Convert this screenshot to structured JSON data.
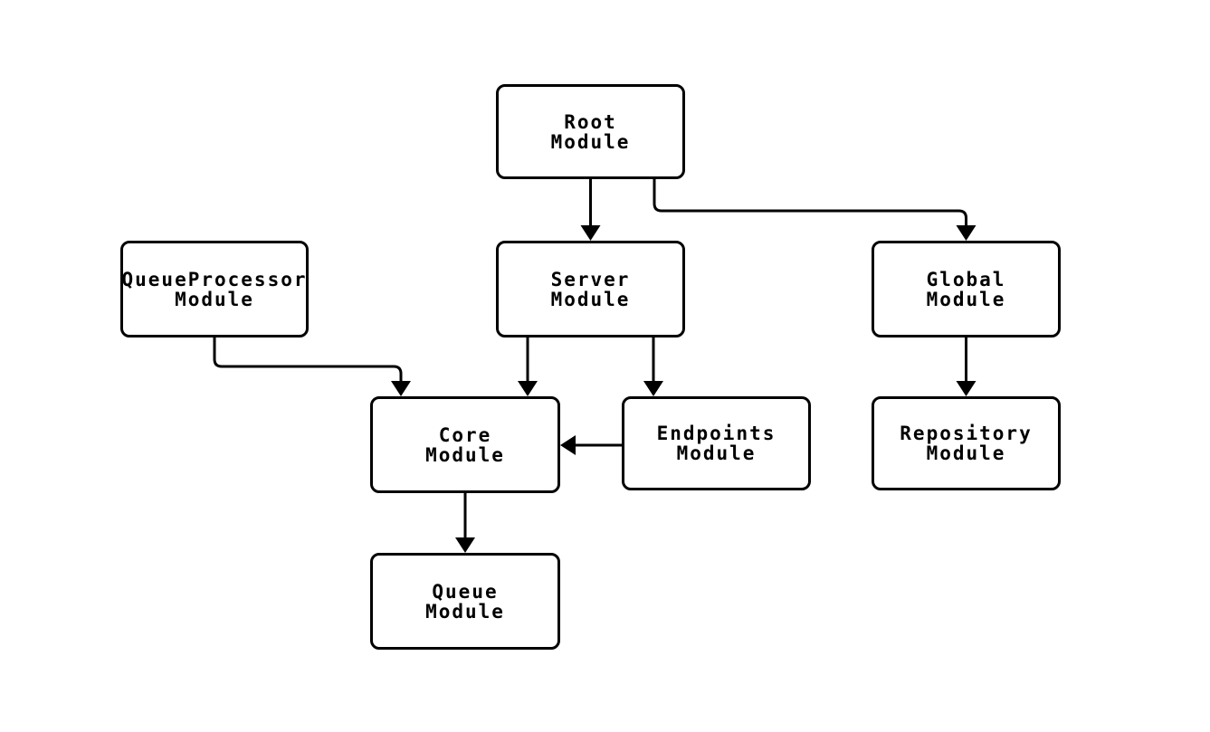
{
  "diagram": {
    "type": "flowchart",
    "direction": "top-down",
    "nodes": [
      {
        "id": "root",
        "line1": "Root",
        "line2": "Module"
      },
      {
        "id": "queueprocessor",
        "line1": "QueueProcessor",
        "line2": "Module"
      },
      {
        "id": "server",
        "line1": "Server",
        "line2": "Module"
      },
      {
        "id": "global",
        "line1": "Global",
        "line2": "Module"
      },
      {
        "id": "core",
        "line1": "Core",
        "line2": "Module"
      },
      {
        "id": "endpoints",
        "line1": "Endpoints",
        "line2": "Module"
      },
      {
        "id": "repository",
        "line1": "Repository",
        "line2": "Module"
      },
      {
        "id": "queue",
        "line1": "Queue",
        "line2": "Module"
      }
    ],
    "edges": [
      {
        "from": "root",
        "to": "server",
        "arrow": "filled-triangle"
      },
      {
        "from": "root",
        "to": "global",
        "arrow": "filled-triangle"
      },
      {
        "from": "queueprocessor",
        "to": "core",
        "arrow": "filled-triangle"
      },
      {
        "from": "server",
        "to": "core",
        "arrow": "filled-triangle"
      },
      {
        "from": "server",
        "to": "endpoints",
        "arrow": "filled-triangle"
      },
      {
        "from": "endpoints",
        "to": "core",
        "arrow": "filled-triangle"
      },
      {
        "from": "global",
        "to": "repository",
        "arrow": "filled-triangle"
      },
      {
        "from": "core",
        "to": "queue",
        "arrow": "filled-triangle"
      }
    ],
    "colors": {
      "stroke": "#000000",
      "node_fill": "#ffffff",
      "background": "#ffffff"
    }
  }
}
